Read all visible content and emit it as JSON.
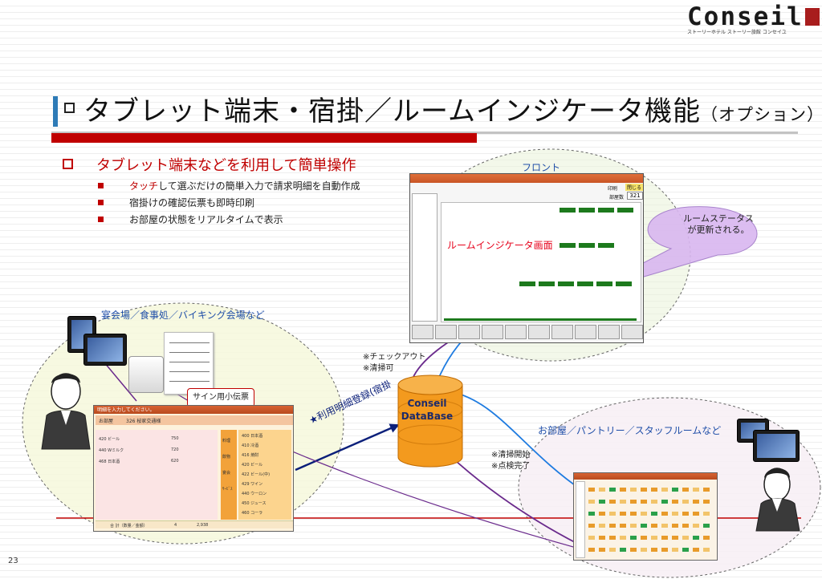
{
  "logo": {
    "word": "Conseil",
    "tagline": "ストーリーホテル ストーリー旅館 コンセイユ"
  },
  "title": {
    "main": "タブレット端末・宿掛／ルームインジケータ機能",
    "option": "（オプション）"
  },
  "bullet": {
    "heading": "タブレット端末などを利用して簡単操作",
    "items": [
      {
        "highlight": "タッチ",
        "text": "して選ぶだけの簡単入力で請求明細を自動作成"
      },
      {
        "highlight": "",
        "text": "宿掛けの確認伝票も即時印刷"
      },
      {
        "highlight": "",
        "text": "お部屋の状態をリアルタイムで表示"
      }
    ]
  },
  "front": {
    "label": "フロント",
    "screen_label": "ルームインジケータ画面",
    "status_bubble_line1": "ルームステータス",
    "status_bubble_line2": "が更新される。",
    "counter_label": "部屋数",
    "counter_value": "321",
    "top_right_1": "印刷",
    "top_right_2": "閉じる"
  },
  "banquet": {
    "label": "宴会場／食事処／バイキング会場など",
    "slip_callout": "サイン用小伝票",
    "pos": {
      "title": "明細を入力してください。",
      "room_label": "お部屋",
      "room_value": "326 桜家交通様",
      "rows": [
        "420 ビール",
        "440 Wミルク",
        "468 日本酒"
      ],
      "prices": [
        "750",
        "720",
        "620"
      ],
      "menu": [
        "400 日本酒",
        "410 冷酒",
        "416 焼酎",
        "420 ビール",
        "422 ビール(中)",
        "429 ワイン",
        "440 ウーロン",
        "450 ジュース",
        "460 コーラ"
      ],
      "keys": [
        "料理",
        "飲物",
        "宴会",
        "ｻｰﾋﾞｽ"
      ],
      "footer_label": "合 計（数量／金額）",
      "footer_qty": "4",
      "footer_amount": "2,938"
    }
  },
  "database": {
    "line1": "Conseil",
    "line2": "DataBase"
  },
  "flow_labels": {
    "register": "★利用明細登録(宿掛",
    "checkout": "※チェックアウト",
    "cleaning_ok": "※清掃可",
    "cleaning_start": "※清掃開始",
    "inspection_done": "※点検完了"
  },
  "rooms": {
    "label": "お部屋／パントリー／スタッフルームなど"
  },
  "page_number": "23",
  "colors": {
    "accent_red": "#c00000",
    "title_blue": "#2e7bb7",
    "label_blue": "#1f4ea8",
    "db_orange": "#f39a1e",
    "arrow_blue": "#1e7be0",
    "arrow_purple": "#6a2a8c",
    "arrow_navy": "#0b1f7a"
  }
}
